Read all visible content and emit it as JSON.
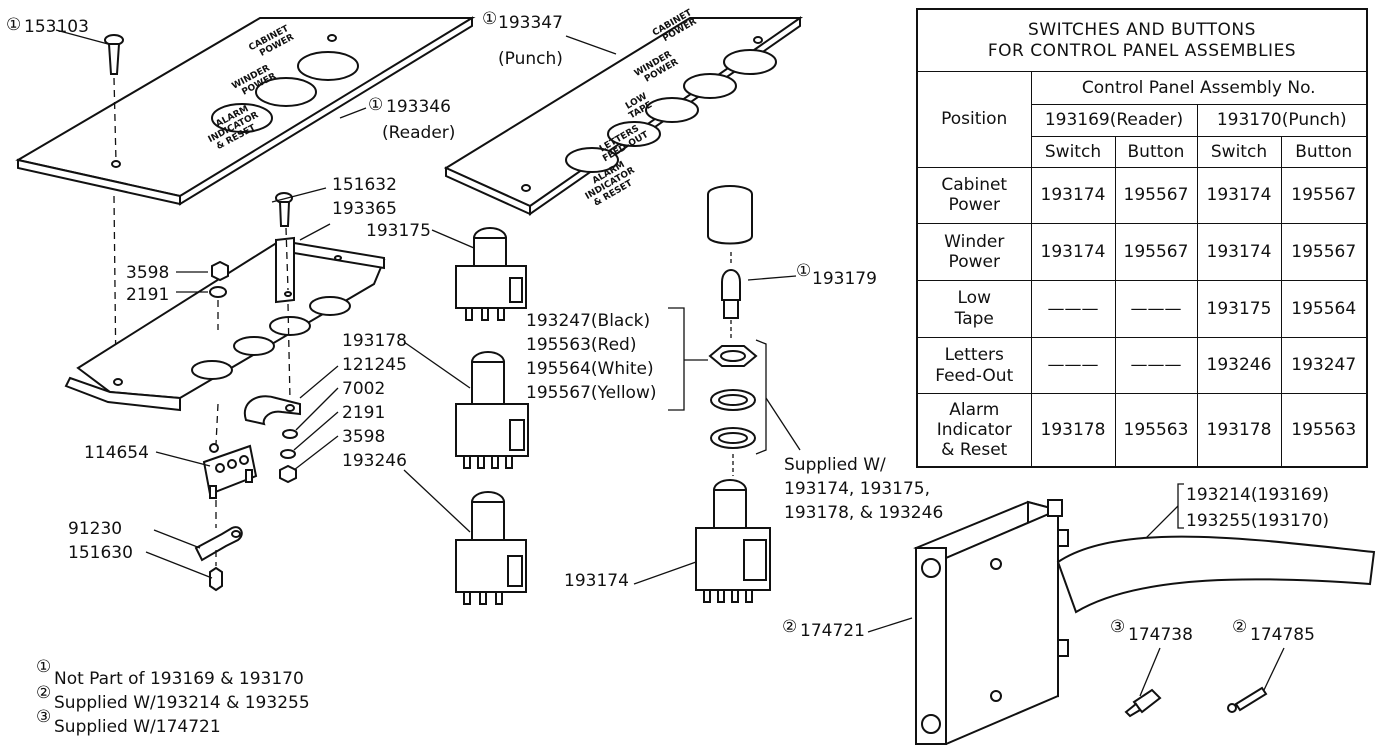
{
  "callouts": {
    "screw_top": "153103",
    "panel_reader_no": "193346",
    "panel_reader_name": "(Reader)",
    "panel_punch_no": "193347",
    "panel_punch_name": "(Punch)",
    "screw_bracket_1": "151632",
    "screw_bracket_2": "193365",
    "nut_upper": "3598",
    "washer_upper": "2191",
    "clip": "121245",
    "spacer": "7002",
    "washer_lower": "2191",
    "nut_lower": "3598",
    "terminal_block": "114654",
    "lug": "91230",
    "screw_bottom": "151630",
    "switch_low_tape": "193175",
    "switch_alarm": "193178",
    "switch_letters": "193246",
    "switch_main": "193174",
    "lamp": "193179",
    "buttons": [
      "193247(Black)",
      "195563(Red)",
      "195564(White)",
      "195567(Yellow)"
    ],
    "supplied_with": [
      "Supplied W/",
      "193174, 193175,",
      "193178, & 193246"
    ],
    "cable": [
      "193214(193169)",
      "193255(193170)"
    ],
    "relay": "174721",
    "pin_a": "174738",
    "pin_b": "174785"
  },
  "panel_labels": {
    "reader": [
      "CABINET",
      "POWER",
      "WINDER",
      "POWER",
      "ALARM",
      "INDICATOR",
      "& RESET"
    ],
    "punch": [
      "CABINET",
      "POWER",
      "WINDER",
      "POWER",
      "LOW",
      "TAPE",
      "LETTERS",
      "FEED-OUT",
      "ALARM",
      "INDICATOR",
      "& RESET"
    ]
  },
  "markers": {
    "one": "①",
    "two": "②",
    "three": "③"
  },
  "footnotes": [
    {
      "marker": "①",
      "text": "Not Part of 193169 & 193170"
    },
    {
      "marker": "②",
      "text": "Supplied W/193214 & 193255"
    },
    {
      "marker": "③",
      "text": "Supplied W/174721"
    }
  ],
  "table": {
    "title_line1": "SWITCHES AND BUTTONS",
    "title_line2": "FOR CONTROL PANEL ASSEMBLIES",
    "position_header": "Position",
    "group_header": "Control Panel Assembly No.",
    "assembly_reader": "193169(Reader)",
    "assembly_punch": "193170(Punch)",
    "col_switch": "Switch",
    "col_button": "Button",
    "rows": [
      {
        "position": "Cabinet\nPower",
        "values": [
          "193174",
          "195567",
          "193174",
          "195567"
        ]
      },
      {
        "position": "Winder\nPower",
        "values": [
          "193174",
          "195567",
          "193174",
          "195567"
        ]
      },
      {
        "position": "Low\nTape",
        "values": [
          "———",
          "———",
          "193175",
          "195564"
        ]
      },
      {
        "position": "Letters\nFeed-Out",
        "values": [
          "———",
          "———",
          "193246",
          "193247"
        ]
      },
      {
        "position": "Alarm\nIndicator\n& Reset",
        "values": [
          "193178",
          "195563",
          "193178",
          "195563"
        ]
      }
    ]
  }
}
